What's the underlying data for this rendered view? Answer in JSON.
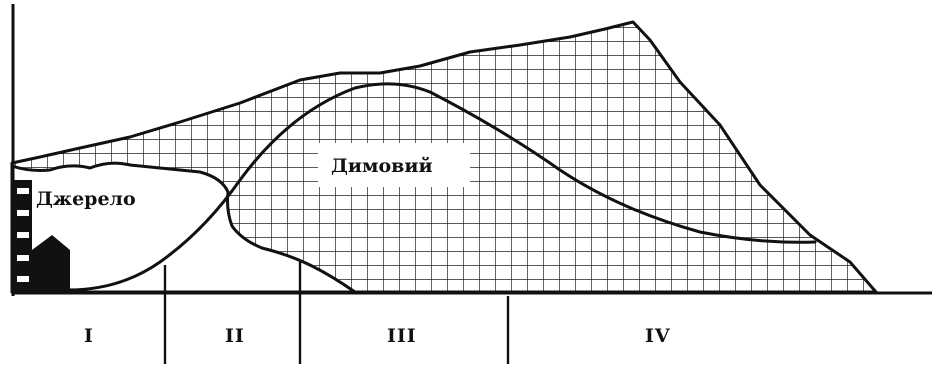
{
  "labels": {
    "source": "Джерело",
    "smoke": "Димовий"
  },
  "zones": [
    {
      "label": "I"
    },
    {
      "label": "II"
    },
    {
      "label": "III"
    },
    {
      "label": "IV"
    }
  ],
  "colors": {
    "ink": "#111111",
    "background": "#ffffff",
    "grid": "#222222"
  }
}
